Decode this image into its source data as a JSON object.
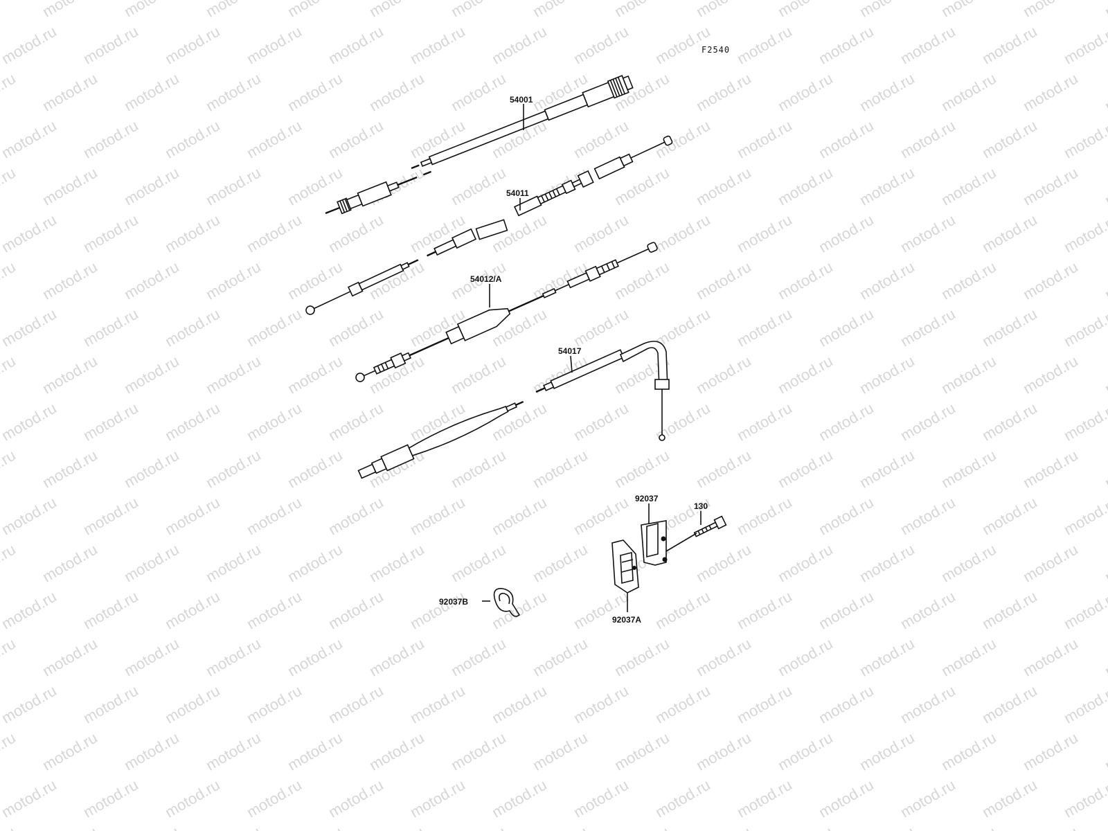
{
  "diagram": {
    "drawing_code": "F2540",
    "watermark_text": "motod.ru",
    "parts": [
      {
        "id": "speedometer-cable",
        "label": "54001"
      },
      {
        "id": "throttle-cable",
        "label": "54011"
      },
      {
        "id": "throttle-cable-a",
        "label": "54012/A"
      },
      {
        "id": "choke-cable",
        "label": "54017"
      },
      {
        "id": "clamp",
        "label": "92037"
      },
      {
        "id": "bolt",
        "label": "130"
      },
      {
        "id": "clamp-a",
        "label": "92037A"
      },
      {
        "id": "clamp-b",
        "label": "92037B"
      }
    ],
    "colors": {
      "line": "#111111",
      "watermark": "#d6d6d6",
      "background": "#ffffff"
    }
  }
}
